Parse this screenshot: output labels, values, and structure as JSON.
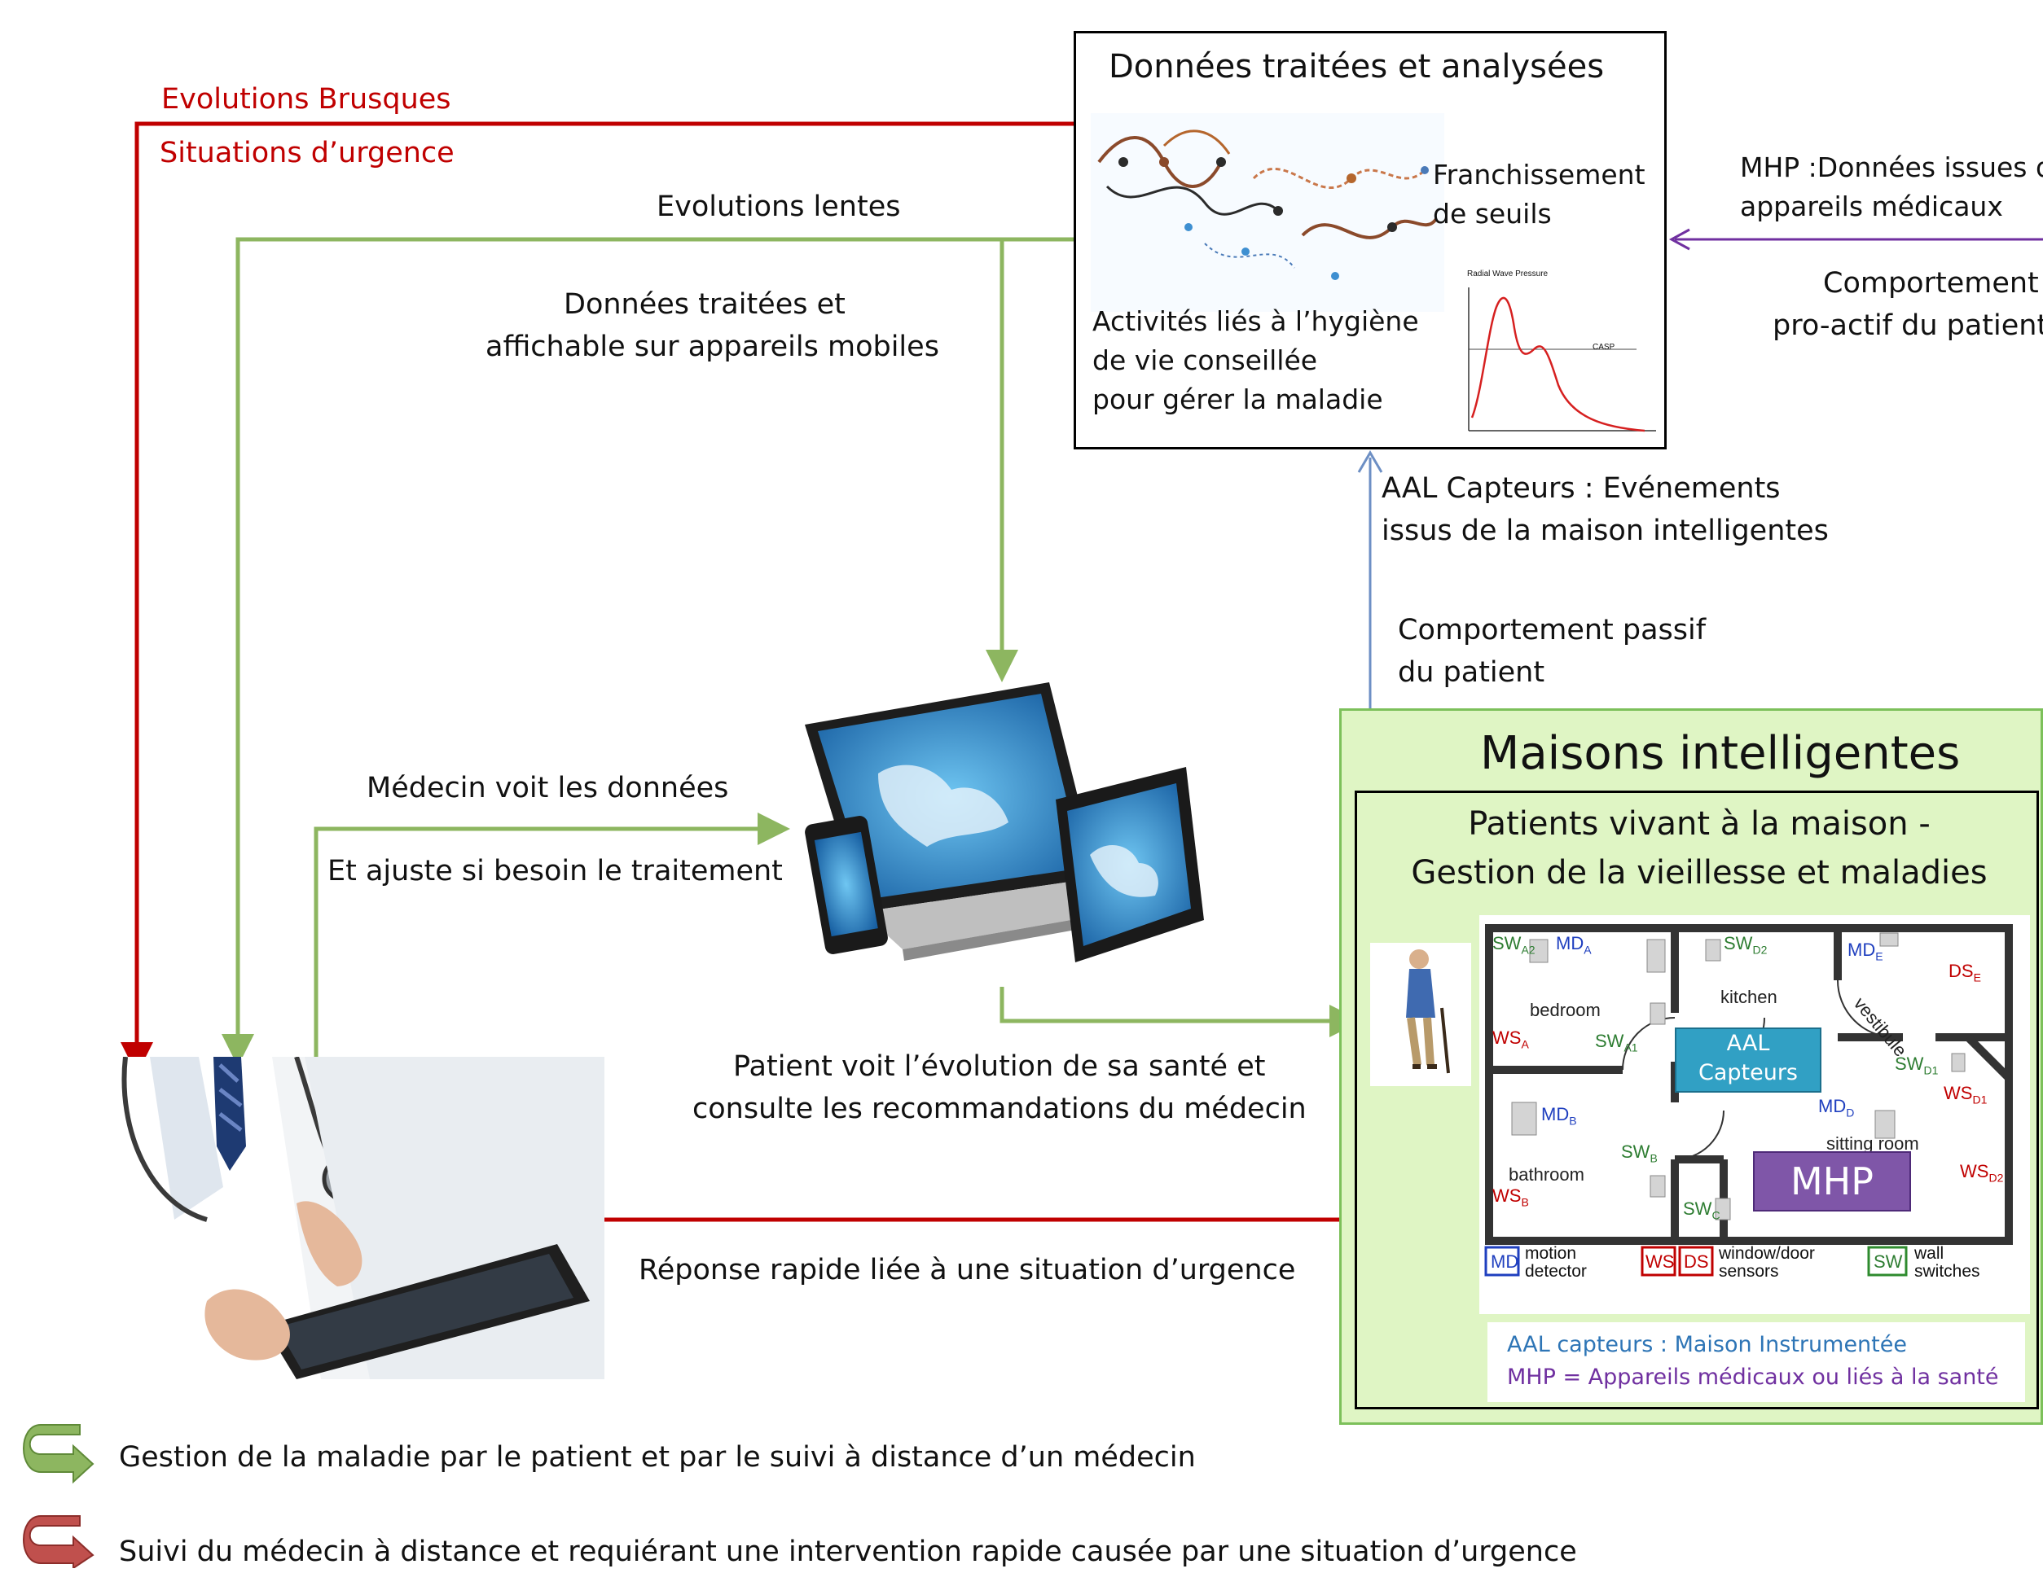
{
  "labels": {
    "evolutions_brusques": "Evolutions Brusques",
    "situations_urgence": "Situations d’urgence",
    "evolutions_lentes": "Evolutions lentes",
    "donnees_mobiles_1": "Données traitées et",
    "donnees_mobiles_2": "affichable sur appareils mobiles",
    "medecin_voit": "Médecin voit les données",
    "ajuste": "Et ajuste si besoin le traitement",
    "patient_voit_1": "Patient voit l’évolution de sa santé et",
    "patient_voit_2": "consulte les recommandations du médecin",
    "reponse_rapide": "Réponse rapide liée à une situation d’urgence",
    "aal_capteurs_1": "AAL Capteurs :  Evénements",
    "aal_capteurs_2": "issus de la maison intelligentes",
    "comportement_passif_1": "Comportement passif",
    "comportement_passif_2": " du patient",
    "mhp_donnees_1": "MHP :Données issues d",
    "mhp_donnees_2": "appareils médicaux",
    "comportement_proactif_1": "Comportement",
    "comportement_proactif_2": "pro-actif du patient"
  },
  "analysis_box": {
    "title": "Données traitées et analysées",
    "franchissement_1": "Franchissement",
    "franchissement_2": "de seuils",
    "activites_1": "Activités liés à l’hygiène",
    "activites_2": "de vie conseillée",
    "activites_3": "pour gérer la maladie",
    "chart_title": "Radial Wave Pressure",
    "chart_marker": "CASP"
  },
  "smart_home": {
    "heading": "Maisons intelligentes",
    "sub_1": "Patients vivant à la maison -",
    "sub_2": "Gestion de la vieillesse et maladies",
    "aal_box_1": "AAL",
    "aal_box_2": "Capteurs",
    "mhp_box": "MHP",
    "rooms": {
      "bedroom": "bedroom",
      "kitchen": "kitchen",
      "vestibule": "vestibule",
      "bathroom": "bathroom",
      "sitting_room": "sitting room"
    },
    "sensors": {
      "swa2": "SW",
      "swa2_sub": "A2",
      "mda": "MD",
      "mda_sub": "A",
      "swd2": "SW",
      "swd2_sub": "D2",
      "mde": "MD",
      "mde_sub": "E",
      "dse": "DS",
      "dse_sub": "E",
      "wsa": "WS",
      "wsa_sub": "A",
      "swa1": "SW",
      "swa1_sub": "A1",
      "swd1": "SW",
      "swd1_sub": "D1",
      "wsd1": "WS",
      "wsd1_sub": "D1",
      "mdd": "MD",
      "mdd_sub": "D",
      "mdb": "MD",
      "mdb_sub": "B",
      "swb": "SW",
      "swb_sub": "B",
      "wsb": "WS",
      "wsb_sub": "B",
      "swc": "SW",
      "swc_sub": "C",
      "wsd2": "WS",
      "wsd2_sub": "D2"
    },
    "legend": {
      "md": "MD",
      "md_1": "motion",
      "md_2": "detector",
      "ws": "WS",
      "ds": "DS",
      "wsds_1": "window/door",
      "wsds_2": "sensors",
      "sw": "SW",
      "sw_1": "wall",
      "sw_2": "switches"
    },
    "note_1": "AAL capteurs : Maison Instrumentée",
    "note_2": "MHP = Appareils médicaux ou liés à la santé"
  },
  "bottom_legend": {
    "green": "Gestion de la maladie par le patient et par le suivi à distance d’un médecin",
    "red": "Suivi du médecin à distance et requiérant une intervention rapide causée par une situation d’urgence"
  },
  "colors": {
    "red": "#c00000",
    "green": "#8db660",
    "blue": "#6d8fc4",
    "purple": "#7030a0",
    "teal": "#31a0c4"
  }
}
